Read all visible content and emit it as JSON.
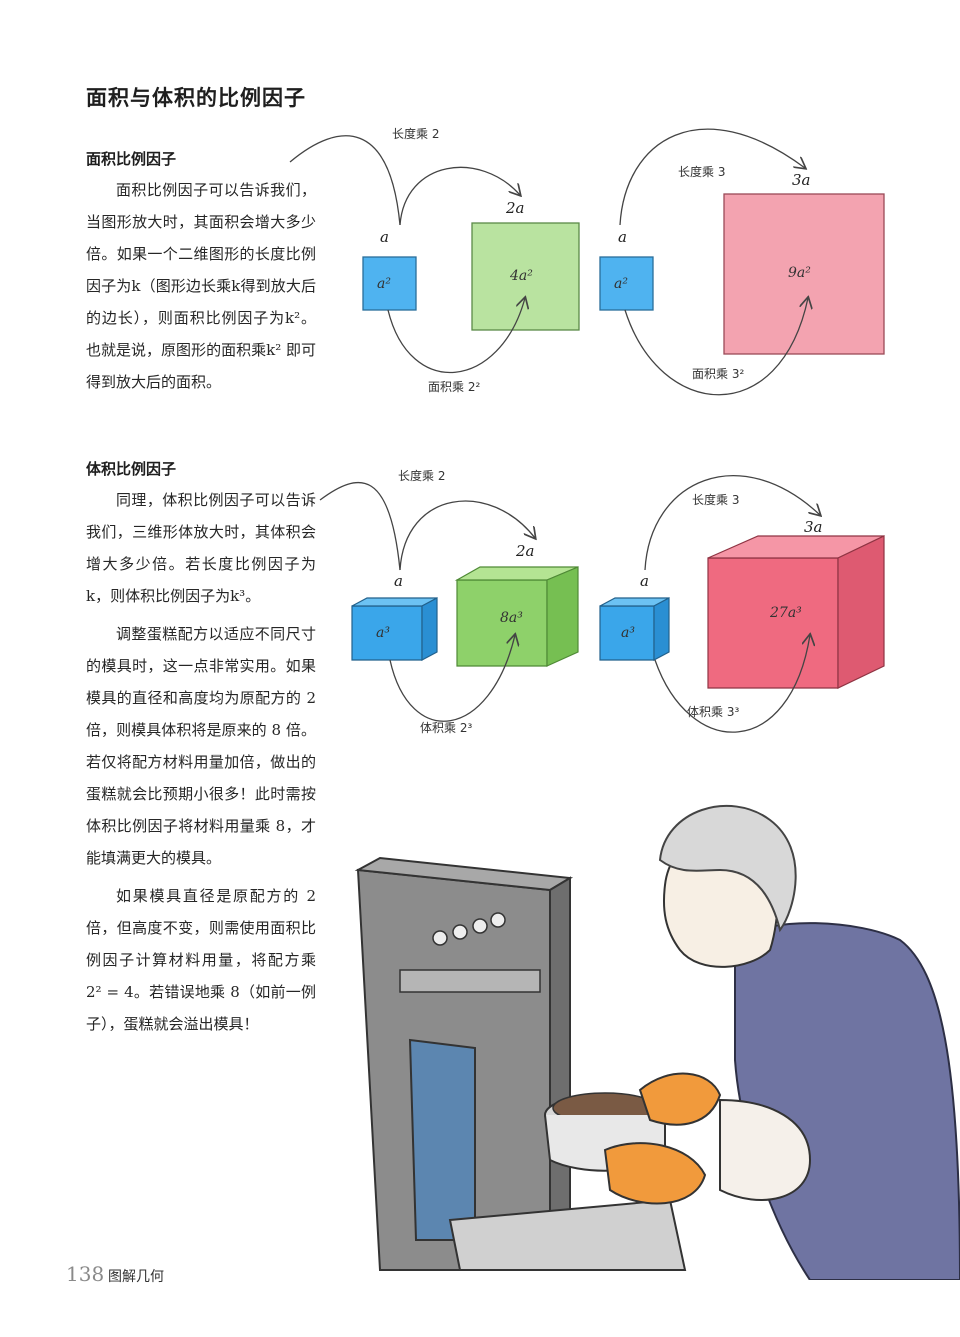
{
  "page": {
    "title": "面积与体积的比例因子",
    "footer_page_number": "138",
    "footer_book_title": "图解几何"
  },
  "area_section": {
    "heading": "面积比例因子",
    "paragraph": "面积比例因子可以告诉我们，当图形放大时，其面积会增大多少倍。如果一个二维图形的长度比例因子为k（图形边长乘k得到放大后的边长），则面积比例因子为k²。也就是说，原图形的面积乘k² 即可得到放大后的面积。"
  },
  "volume_section": {
    "heading": "体积比例因子",
    "paragraphs": [
      "同理，体积比例因子可以告诉我们，三维形体放大时，其体积会增大多少倍。若长度比例因子为k，则体积比例因子为k³。",
      "调整蛋糕配方以适应不同尺寸的模具时，这一点非常实用。如果模具的直径和高度均为原配方的 2 倍，则模具体积将是原来的 8 倍。若仅将配方材料用量加倍，做出的蛋糕就会比预期小很多！此时需按体积比例因子将材料用量乘 8，才能填满更大的模具。",
      "如果模具直径是原配方的 2 倍，但高度不变，则需使用面积比例因子计算材料用量，将配方乘 2² = 4。若错误地乘 8（如前一例子），蛋糕就会溢出模具！"
    ]
  },
  "area_diagram": {
    "left": {
      "length_label": "长度乘 2",
      "area_label": "面积乘 2²",
      "small_side": "a",
      "small_area": "a²",
      "large_side": "2a",
      "large_area": "4a²"
    },
    "right": {
      "length_label": "长度乘 3",
      "area_label": "面积乘 3²",
      "small_side": "a",
      "small_area": "a²",
      "large_side": "3a",
      "large_area": "9a²"
    }
  },
  "volume_diagram": {
    "left": {
      "length_label": "长度乘 2",
      "volume_label": "体积乘 2³",
      "small_side": "a",
      "small_volume": "a³",
      "large_side": "2a",
      "large_volume": "8a³"
    },
    "right": {
      "length_label": "长度乘 3",
      "volume_label": "体积乘 3³",
      "small_side": "a",
      "small_volume": "a³",
      "large_side": "3a",
      "large_volume": "27a³"
    }
  },
  "colors": {
    "blue": "#4fb3f0",
    "green": "#b9e3a0",
    "pink": "#f3a3b0",
    "cube_green": "#8ed16a",
    "cube_red": "#ef6a80",
    "sweater": "#6f74a2",
    "mitt": "#f19a3c"
  }
}
